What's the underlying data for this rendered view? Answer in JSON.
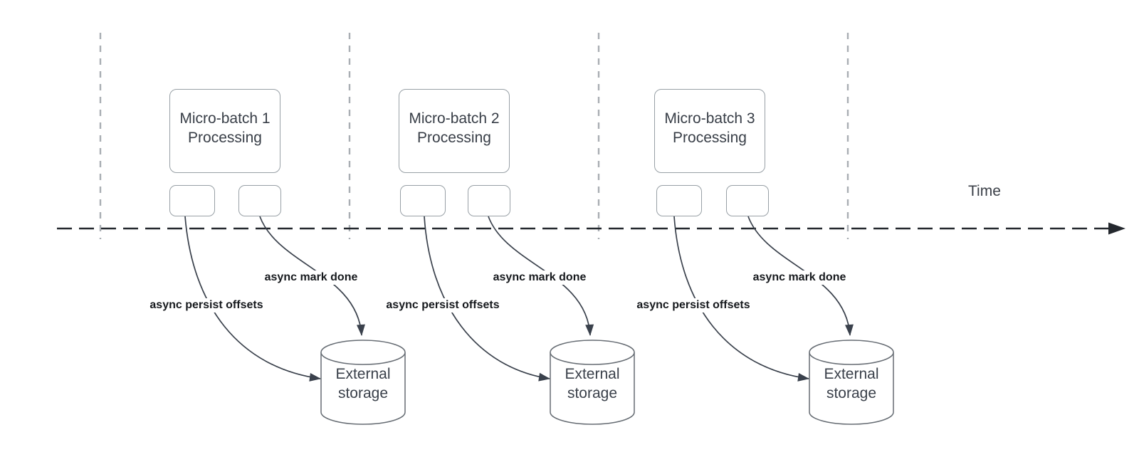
{
  "diagram": {
    "time_axis_label": "Time",
    "groups": [
      {
        "box_line1": "Micro-batch 1",
        "box_line2": "Processing",
        "persist_arrow_label": "async persist offsets",
        "done_arrow_label": "async mark done",
        "storage_line1": "External",
        "storage_line2": "storage"
      },
      {
        "box_line1": "Micro-batch 2",
        "box_line2": "Processing",
        "persist_arrow_label": "async persist offsets",
        "done_arrow_label": "async mark done",
        "storage_line1": "External",
        "storage_line2": "storage"
      },
      {
        "box_line1": "Micro-batch 3",
        "box_line2": "Processing",
        "persist_arrow_label": "async persist offsets",
        "done_arrow_label": "async mark done",
        "storage_line1": "External",
        "storage_line2": "storage"
      }
    ],
    "colors": {
      "background": "#ffffff",
      "timeline": "#24282e",
      "gridline": "#a9aeb3",
      "box_border": "#98a0a6",
      "cylinder_border": "#666c73",
      "arrow": "#3a414c",
      "box_text": "#383e47",
      "arrow_label_text": "#16191d"
    }
  }
}
